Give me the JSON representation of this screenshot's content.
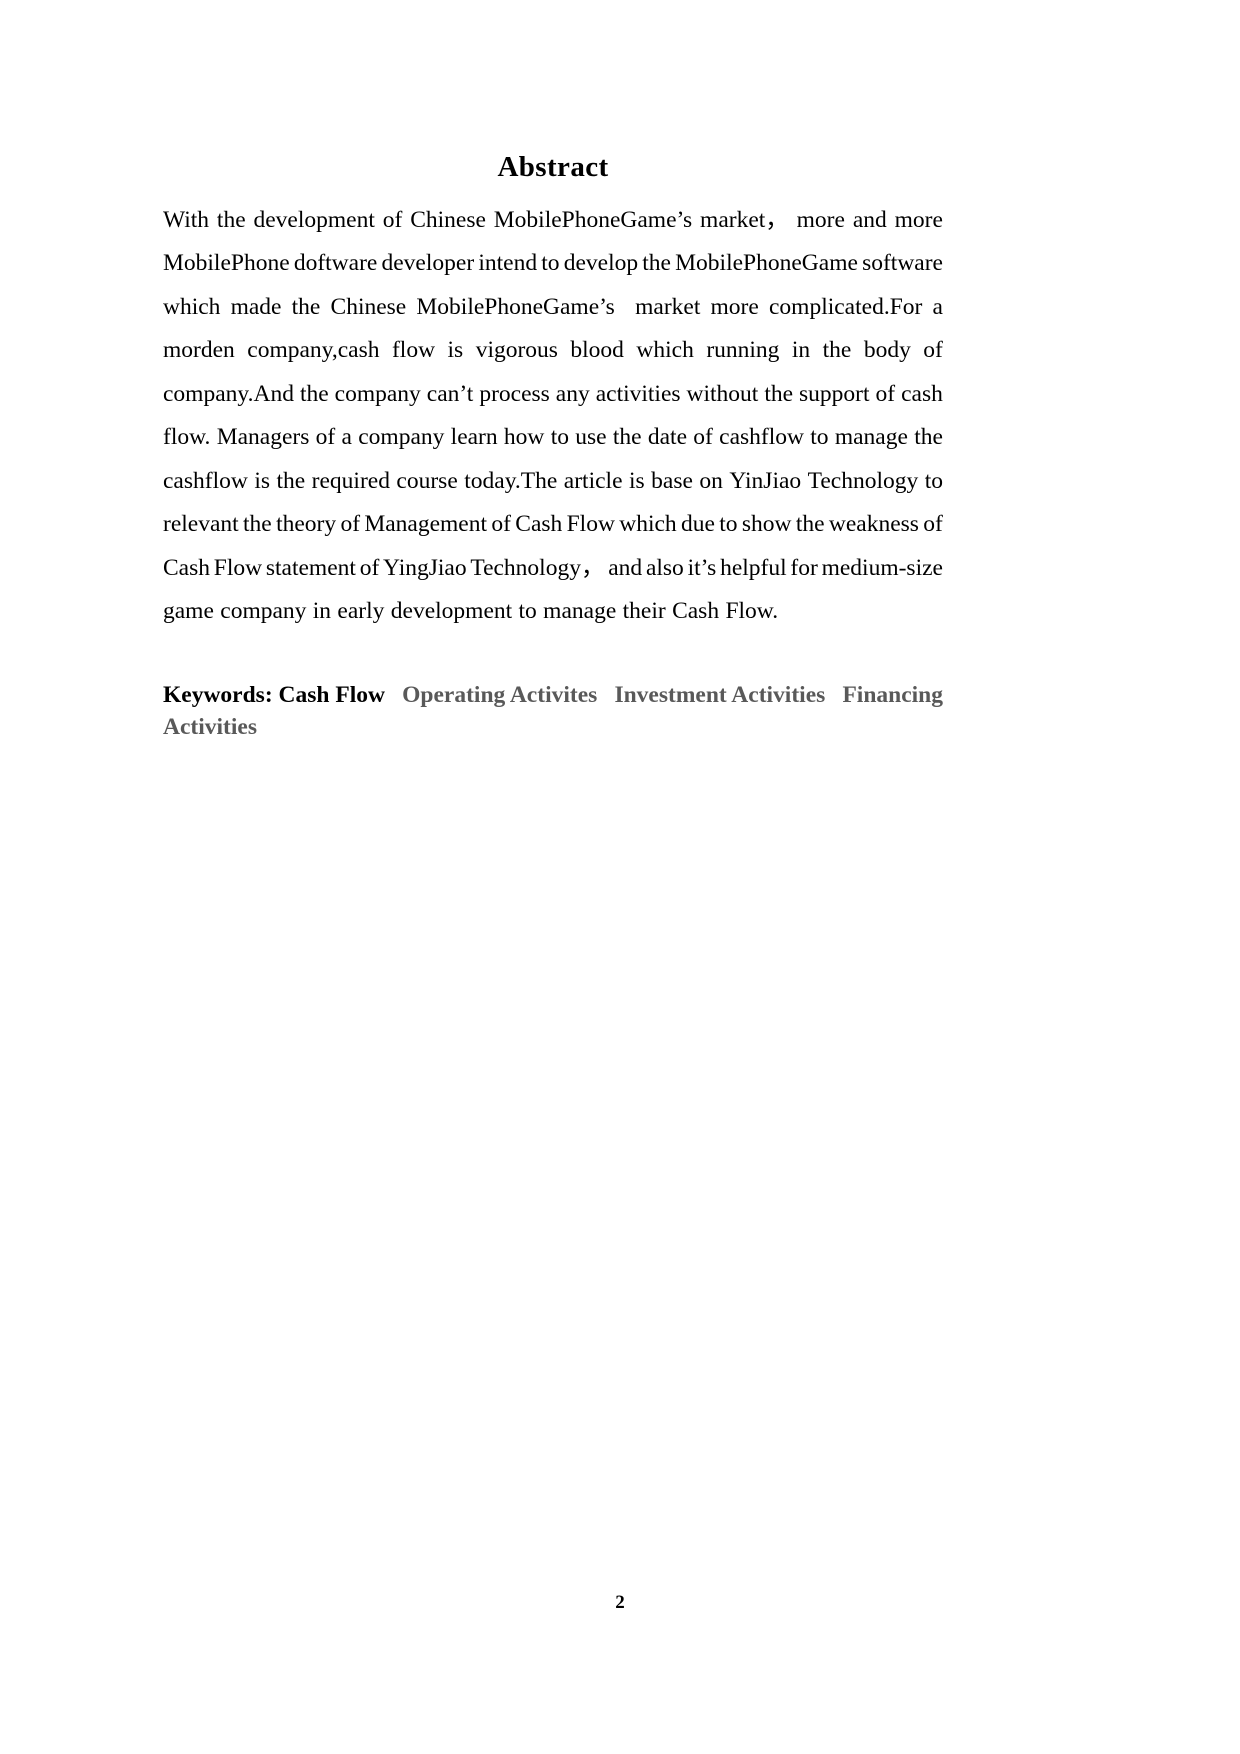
{
  "document": {
    "title": "Abstract",
    "abstract_lines": [
      [
        "With",
        "the",
        "development",
        "of",
        "Chinese",
        "MobilePhoneGame’s",
        "market，",
        "more",
        "and",
        "more"
      ],
      [
        "MobilePhone",
        "doftware",
        "developer",
        "intend",
        "to",
        "develop",
        "the",
        "MobilePhoneGame",
        "software"
      ],
      [
        "which",
        "made",
        "the",
        "Chinese",
        "MobilePhoneGame’s",
        "",
        "market",
        "more",
        "complicated.For",
        "a"
      ],
      [
        "morden",
        "company,cash",
        "flow",
        "is",
        "vigorous",
        "blood",
        "which",
        "running",
        "in",
        "the",
        "body",
        "of"
      ],
      [
        "company.And",
        "the",
        "company",
        "can’t",
        "process",
        "any",
        "activities",
        "without",
        "the",
        "support",
        "of",
        "cash"
      ],
      [
        "flow.",
        "Managers",
        "of",
        "a",
        "company",
        "learn",
        "how",
        "to",
        "use",
        "the",
        "date",
        "of",
        "cashflow",
        "to",
        "manage",
        "the"
      ],
      [
        "cashflow",
        "is",
        "the",
        "required",
        "course",
        "today.The",
        "article",
        "is",
        "base",
        "on",
        "YinJiao",
        "Technology",
        "to"
      ],
      [
        "relevant",
        "the",
        "theory",
        "of",
        "Management",
        "of",
        "Cash",
        "Flow",
        "which",
        "due",
        "to",
        "show",
        "the",
        "weakness",
        "of"
      ],
      [
        "Cash",
        "Flow",
        "statement",
        "of",
        "YingJiao",
        "Technology，",
        "and",
        "also",
        "it’s",
        "helpful",
        "for",
        "medium-size"
      ]
    ],
    "abstract_last_line": "game company in early development to manage their Cash Flow.",
    "abstract_full_text": "With the development of Chinese MobilePhoneGame’s market， more and more MobilePhone doftware developer intend to develop the MobilePhoneGame software which made the Chinese MobilePhoneGame’s  market more complicated.For a morden company,cash flow is vigorous blood which running in the body of company.And the company can’t process any activities without the support of cash flow. Managers of a company learn how to use the date of cashflow to manage the cashflow is the required course today.The article is base on YinJiao Technology to relevant the theory of Management of Cash Flow which due to show the weakness of Cash Flow statement of YingJiao Technology， and also it’s helpful for medium-size game company in early development to manage their Cash Flow.",
    "keywords": {
      "label": "Keywords: Cash Flow",
      "terms_line1_parts": [
        "Operating Activites",
        "Investment Activities",
        "Financing"
      ],
      "terms_line2": "Activities",
      "terms_full": "Operating Activites  Investment Activities Financing Activities",
      "label_color": "#000000",
      "terms_color": "#595959"
    },
    "page_number": "2"
  }
}
